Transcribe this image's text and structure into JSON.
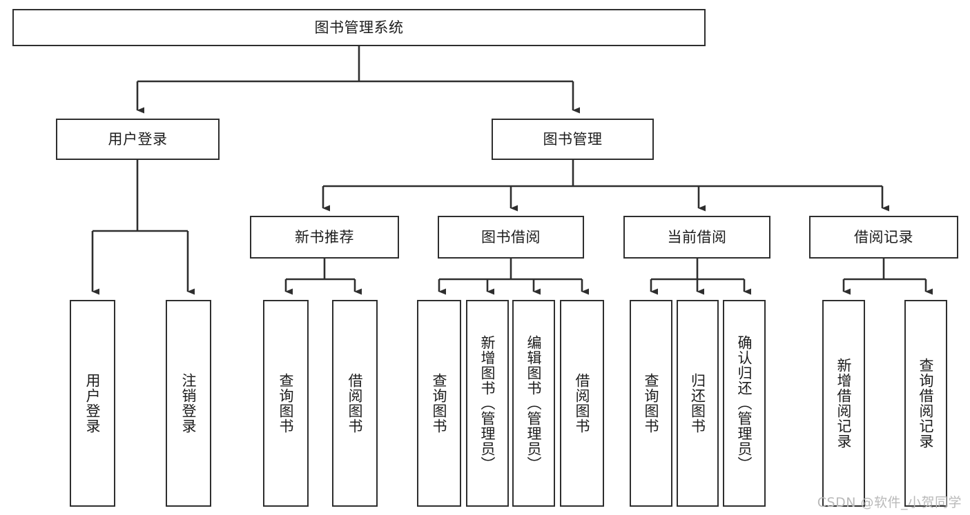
{
  "diagram": {
    "type": "tree-hierarchy-chart",
    "title": "图书管理系统",
    "stroke_color": "#2e2e2e",
    "fill_color": "#ffffff",
    "text_color": "#1c1c1c",
    "levels": [
      {
        "level": 1,
        "nodes": [
          {
            "id": "root",
            "label": "图书管理系统",
            "orientation": "horizontal"
          }
        ]
      },
      {
        "level": 2,
        "nodes": [
          {
            "id": "login",
            "label": "用户登录",
            "orientation": "horizontal",
            "parent": "root"
          },
          {
            "id": "bookmgmt",
            "label": "图书管理",
            "orientation": "horizontal",
            "parent": "root"
          }
        ]
      },
      {
        "level": 3,
        "nodes": [
          {
            "id": "newbook",
            "label": "新书推荐",
            "orientation": "horizontal",
            "parent": "bookmgmt"
          },
          {
            "id": "borrow",
            "label": "图书借阅",
            "orientation": "horizontal",
            "parent": "bookmgmt"
          },
          {
            "id": "current",
            "label": "当前借阅",
            "orientation": "horizontal",
            "parent": "bookmgmt"
          },
          {
            "id": "record",
            "label": "借阅记录",
            "orientation": "horizontal",
            "parent": "bookmgmt"
          }
        ]
      },
      {
        "level": 4,
        "nodes": [
          {
            "id": "leaf1",
            "label": "用户登录",
            "orientation": "vertical",
            "parent": "login"
          },
          {
            "id": "leaf2",
            "label": "注销登录",
            "orientation": "vertical",
            "parent": "login"
          },
          {
            "id": "leaf3",
            "label": "查询图书",
            "orientation": "vertical",
            "parent": "newbook"
          },
          {
            "id": "leaf4",
            "label": "借阅图书",
            "orientation": "vertical",
            "parent": "newbook"
          },
          {
            "id": "leaf5",
            "label": "查询图书",
            "orientation": "vertical",
            "parent": "borrow"
          },
          {
            "id": "leaf6",
            "label": "新增图书（管理员）",
            "orientation": "vertical",
            "parent": "borrow"
          },
          {
            "id": "leaf7",
            "label": "编辑图书（管理员）",
            "orientation": "vertical",
            "parent": "borrow"
          },
          {
            "id": "leaf8",
            "label": "借阅图书",
            "orientation": "vertical",
            "parent": "borrow"
          },
          {
            "id": "leaf9",
            "label": "查询图书",
            "orientation": "vertical",
            "parent": "current"
          },
          {
            "id": "leaf10",
            "label": "归还图书",
            "orientation": "vertical",
            "parent": "current"
          },
          {
            "id": "leaf11",
            "label": "确认归还（管理员）",
            "orientation": "vertical",
            "parent": "current"
          },
          {
            "id": "leaf12",
            "label": "新增借阅记录",
            "orientation": "vertical",
            "parent": "record"
          },
          {
            "id": "leaf13",
            "label": "查询借阅记录",
            "orientation": "vertical",
            "parent": "record"
          }
        ]
      }
    ]
  },
  "watermark": {
    "text": "CSDN @软件_小贺同学"
  }
}
